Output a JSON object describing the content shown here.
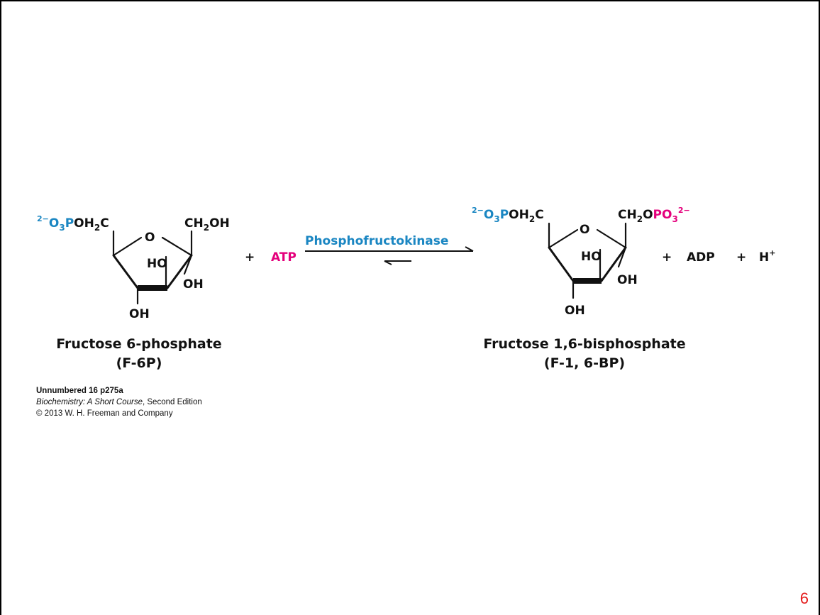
{
  "colors": {
    "blue": "#1a86c2",
    "magenta": "#e4007c",
    "black": "#111111",
    "page_number": "#e41b1b"
  },
  "reaction": {
    "plus": "+",
    "reagent": "ATP",
    "enzyme": "Phosphofructokinase",
    "product_extra_1": "ADP",
    "product_extra_2": "H",
    "h_charge": "+"
  },
  "f6p": {
    "name_line1": "Fructose 6-phosphate",
    "name_line2": "(F-6P)",
    "left_group": {
      "charge": "2−",
      "o": "O",
      "sub": "3",
      "p": "P",
      "oh": "OH",
      "h_sub": "2",
      "c": "C"
    },
    "right_group": {
      "ch": "CH",
      "sub": "2",
      "oh": "OH"
    },
    "ring_o": "O",
    "ho": "HO",
    "oh_right": "OH",
    "oh_bottom": "OH"
  },
  "f16bp": {
    "name_line1": "Fructose 1,6-bisphosphate",
    "name_line2": "(F-1, 6-BP)",
    "left_group": {
      "charge": "2−",
      "o": "O",
      "sub": "3",
      "p": "P",
      "oh": "OH",
      "h_sub": "2",
      "c": "C"
    },
    "right_group": {
      "ch": "CH",
      "sub": "2",
      "o": "O",
      "po": "PO",
      "po_sub": "3",
      "charge": "2−"
    },
    "ring_o": "O",
    "ho": "HO",
    "oh_right": "OH",
    "oh_bottom": "OH"
  },
  "caption": {
    "title": "Unnumbered 16 p275a",
    "book": "Biochemistry: A Short Course",
    "edition": ", Second Edition",
    "copyright": "© 2013 W. H. Freeman and Company"
  },
  "page_number": "6"
}
